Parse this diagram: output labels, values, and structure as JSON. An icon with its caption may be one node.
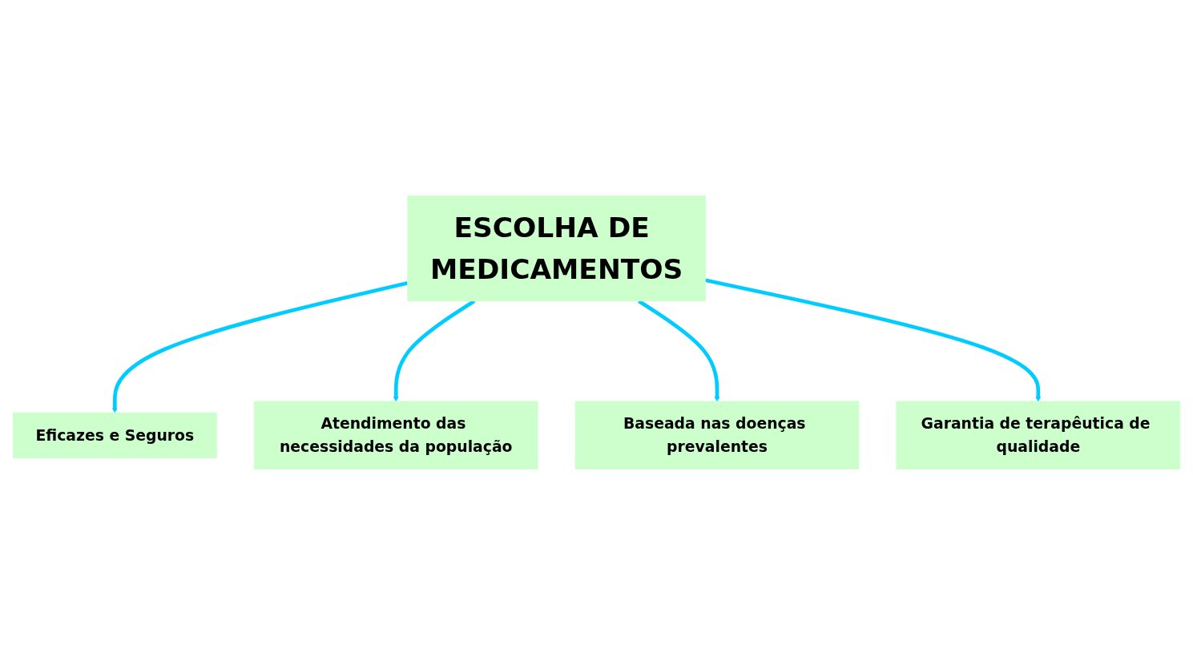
{
  "diagram": {
    "nodes": [
      {
        "text": [
          "ESCOLHA DE MEDICAMENTOS"
        ]
      },
      {
        "text": [
          "Garantia de terapêutica de qualidade"
        ]
      },
      {
        "text": [
          "Eficazes e Seguros"
        ]
      },
      {
        "text": [
          "Atendimento das necessidades da população"
        ]
      },
      {
        "text": [
          "Baseada nas doenças prevalentes"
        ]
      }
    ],
    "edges": [
      {
        "from": 0,
        "to": 2,
        "arrow": "to"
      },
      {
        "from": 0,
        "to": 3,
        "arrow": "to"
      },
      {
        "from": 0,
        "to": 4,
        "arrow": "to"
      },
      {
        "from": 0,
        "to": 1,
        "arrow": "to"
      }
    ]
  }
}
